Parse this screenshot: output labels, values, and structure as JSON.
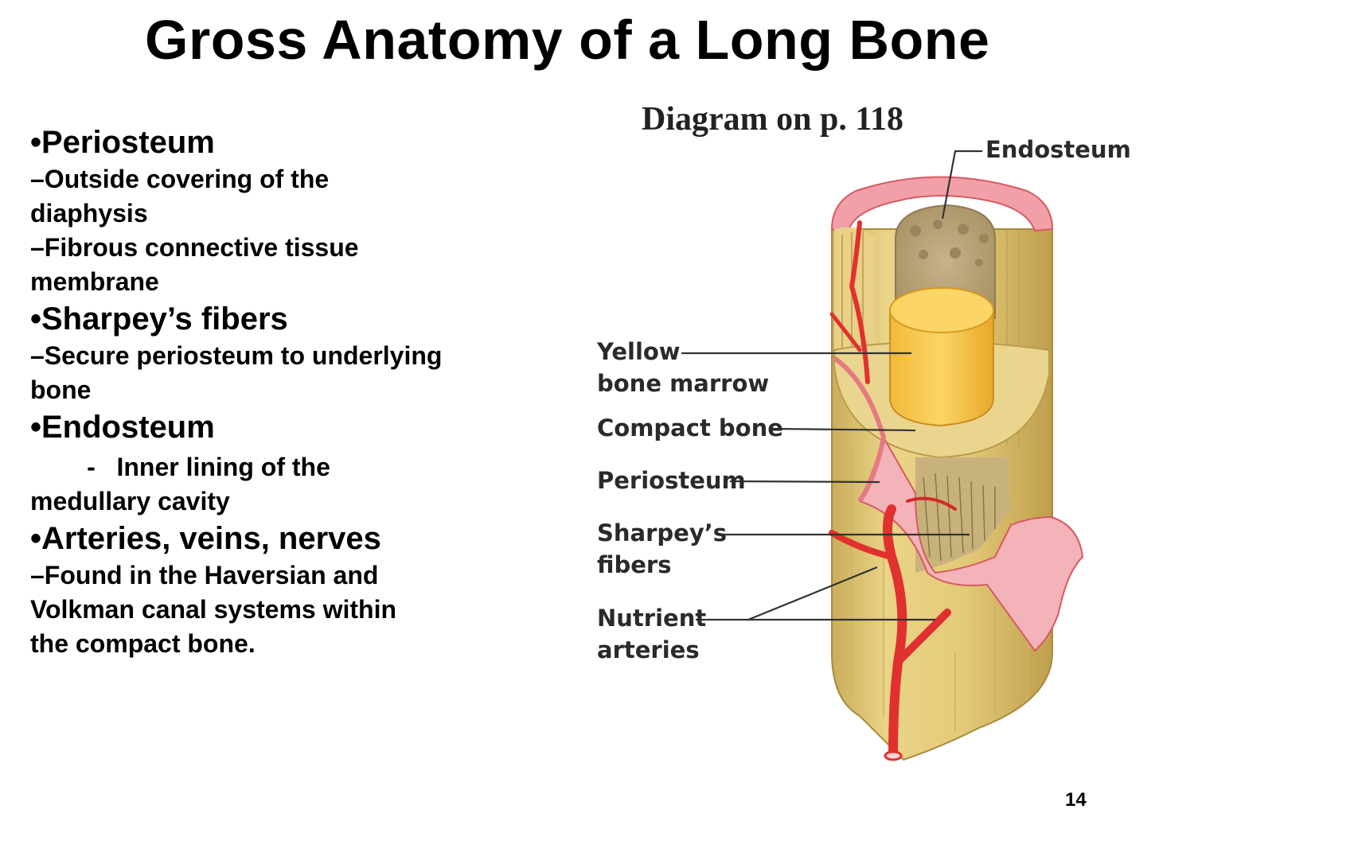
{
  "title": "Gross Anatomy of a Long Bone",
  "bullets": [
    {
      "heading": "•Periosteum",
      "lines": [
        "–Outside covering of the",
        "diaphysis",
        "–Fibrous connective tissue",
        "membrane"
      ]
    },
    {
      "heading": "•Sharpey’s fibers",
      "lines": [
        "–Secure periosteum to underlying",
        "bone"
      ]
    },
    {
      "heading": "•Endosteum",
      "lines": [
        "        -   Inner lining of the",
        "medullary  cavity"
      ]
    },
    {
      "heading": "•Arteries, veins, nerves",
      "lines": [
        "–Found in the Haversian and",
        "Volkman canal systems within",
        "the compact bone."
      ]
    }
  ],
  "diagram": {
    "caption": "Diagram on p. 118",
    "labels": {
      "endosteum": "Endosteum",
      "yellow_bone_marrow_1": "Yellow",
      "yellow_bone_marrow_2": "bone marrow",
      "compact_bone": "Compact bone",
      "periosteum": "Periosteum",
      "sharpeys_fibers_1": "Sharpey’s",
      "sharpeys_fibers_2": "fibers",
      "nutrient_arteries_1": "Nutrient",
      "nutrient_arteries_2": "arteries"
    },
    "colors": {
      "bone": "#e6cf7e",
      "marrow": "#f7c64a",
      "periosteum": "#f2a0a8",
      "artery": "#e0312f"
    }
  },
  "page_number": "14"
}
